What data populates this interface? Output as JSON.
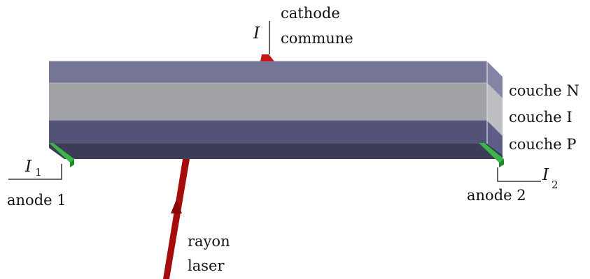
{
  "labels": {
    "cathode_line1": "cathode",
    "cathode_line2": "commune",
    "current_cathode": "I",
    "layer_n": "couche N",
    "layer_i": "couche I",
    "layer_p": "couche P",
    "current_anode1_symbol": "I",
    "current_anode1_index": "1",
    "anode1": "anode 1",
    "current_anode2_symbol": "I",
    "current_anode2_index": "2",
    "anode2": "anode 2",
    "laser_line1": "rayon",
    "laser_line2": "laser"
  },
  "colors": {
    "layer_n_front": "#757595",
    "layer_n_side": "#8484a6",
    "layer_i_front": "#a1a2a6",
    "layer_i_side": "#bdbec2",
    "layer_p_front": "#525278",
    "layer_p_side": "#5d5d87",
    "substrate_front": "#3c3c57",
    "contact_green": "#39b54a",
    "contact_green_dark": "#1f8a2e",
    "laser_red": "#a50d0d"
  }
}
